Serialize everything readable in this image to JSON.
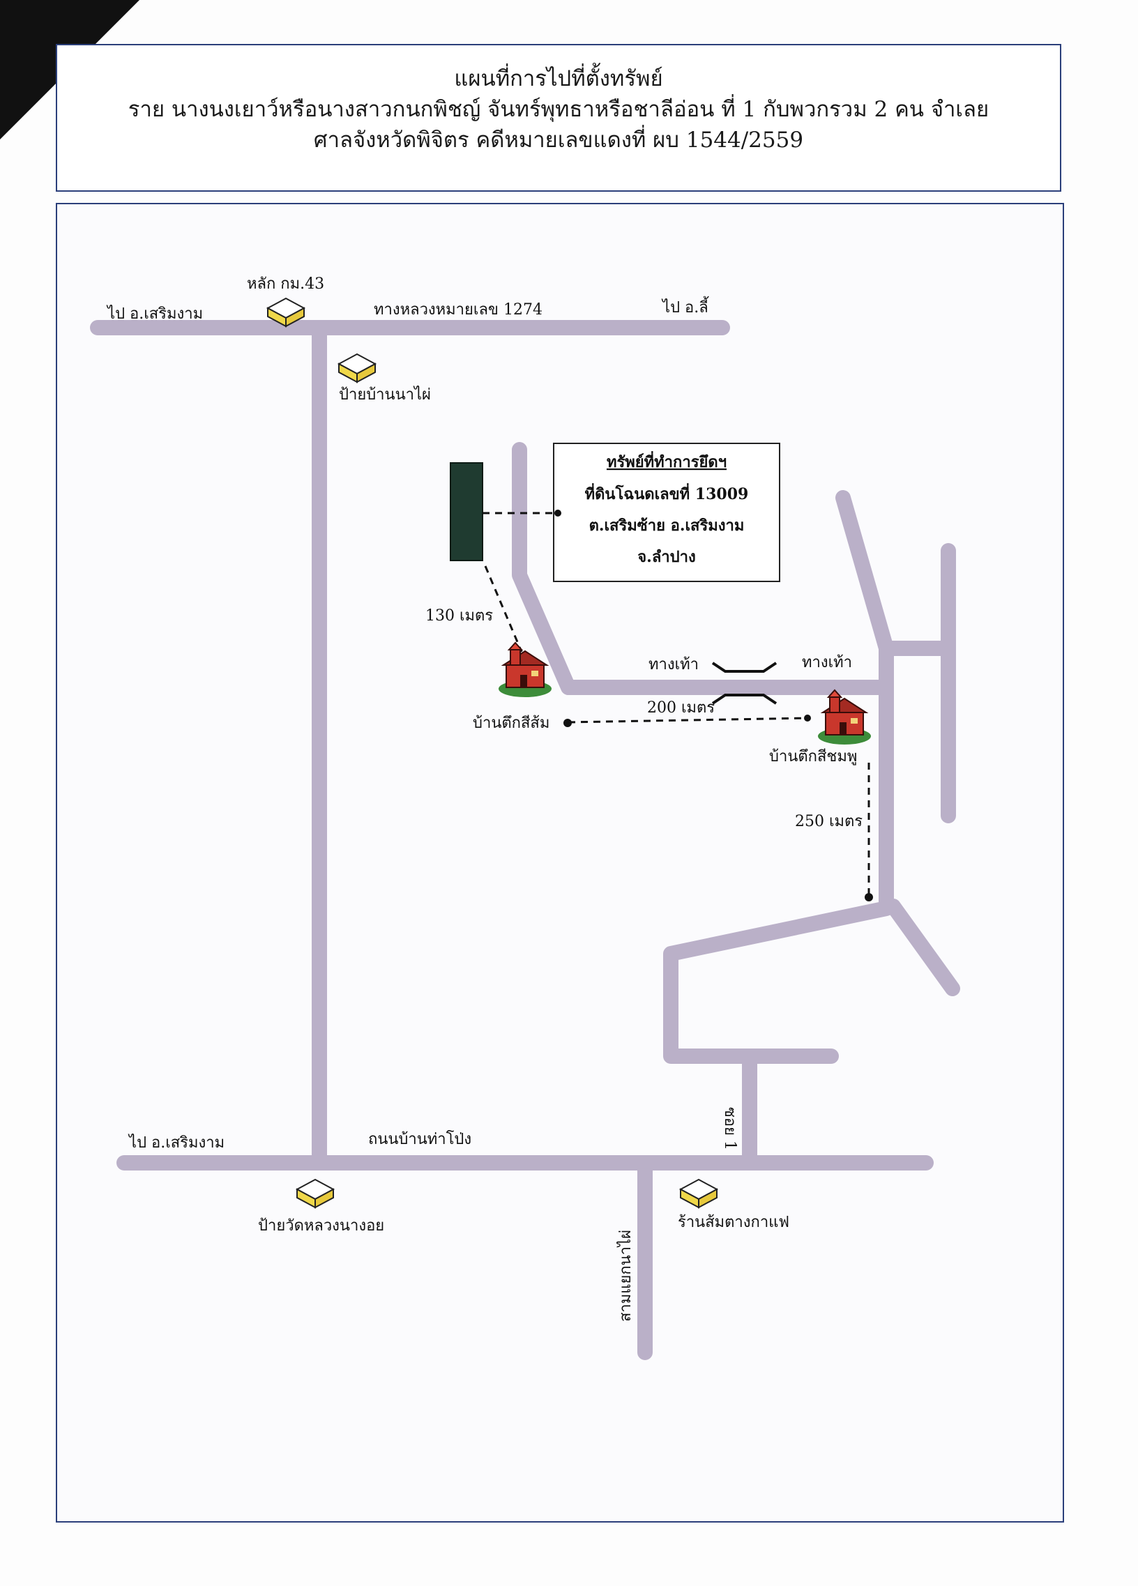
{
  "header": {
    "title": "แผนที่การไปที่ตั้งทรัพย์",
    "subtitle": "ราย นางนงเยาว์หรือนางสาวกนกพิชญ์ จันทร์พุทธาหรือชาลีอ่อน ที่ 1 กับพวกรวม 2 คน   จำเลย",
    "court_line": "ศาลจังหวัดพิจิตร  คดีหมายเลขแดงที่ ผบ 1544/2559"
  },
  "map": {
    "labels": {
      "to_soem_ngam_top": "ไป อ.เสริมงาม",
      "km_marker": "หลัก กม.43",
      "highway": "ทางหลวงหมายเลข 1274",
      "to_li": "ไป อ.ลี้",
      "sign_ban_na_phai": "ป้ายบ้านนาไผ่",
      "distance_130": "130 เมตร",
      "footpath_left": "ทางเท้า",
      "footpath_right": "ทางเท้า",
      "distance_200": "200 เมตร",
      "orange_house": "บ้านตึกสีส้ม",
      "pink_house": "บ้านตึกสีชมพู",
      "distance_250": "250 เมตร",
      "to_soem_ngam_bottom": "ไป อ.เสริมงาม",
      "road_tha_pong": "ถนนบ้านท่าโป่ง",
      "soi_1": "ซอย 1",
      "sign_wat": "ป้ายวัดหลวงนางอย",
      "junction_na_phai": "สามแยกนาไผ่",
      "shop": "ร้านส้มตางกาแฟ"
    },
    "property_box": {
      "heading": "ทรัพย์ที่ทำการยึดฯ",
      "deed": "ที่ดินโฉนดเลขที่  13009",
      "location": "ต.เสริมซ้าย  อ.เสริมงาม",
      "province": "จ.ลำปาง"
    },
    "colors": {
      "road": "#bab0c8",
      "parcel": "#1f3b30",
      "marker_top": "#ffffff",
      "marker_side": "#f0d84a",
      "frame": "#2b3f7a"
    }
  }
}
